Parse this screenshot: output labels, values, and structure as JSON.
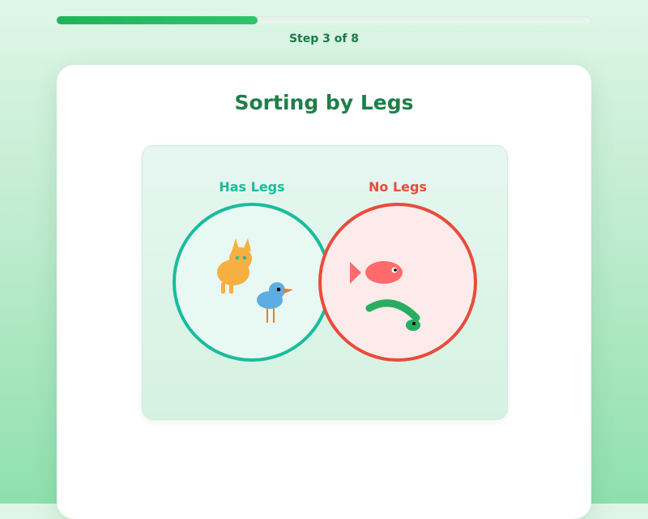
{
  "progress": {
    "current_step": 3,
    "total_steps": 8,
    "fraction": 0.375,
    "label": "Step 3 of 8"
  },
  "card": {
    "title": "Sorting by Legs"
  },
  "diagram": {
    "groups": [
      {
        "label": "Has Legs",
        "color": "#1abc9c",
        "fill": "#e8f8f3",
        "animals": [
          "cat",
          "bird"
        ]
      },
      {
        "label": "No Legs",
        "color": "#e74c3c",
        "fill": "#fdeaea",
        "animals": [
          "fish",
          "snake"
        ]
      }
    ]
  },
  "colors": {
    "progress_fill": "#27ae60",
    "title": "#1e7f49",
    "cat": "#f5b041",
    "bird": "#5dade2",
    "fish": "#ff6b6b",
    "snake": "#27ae60"
  }
}
